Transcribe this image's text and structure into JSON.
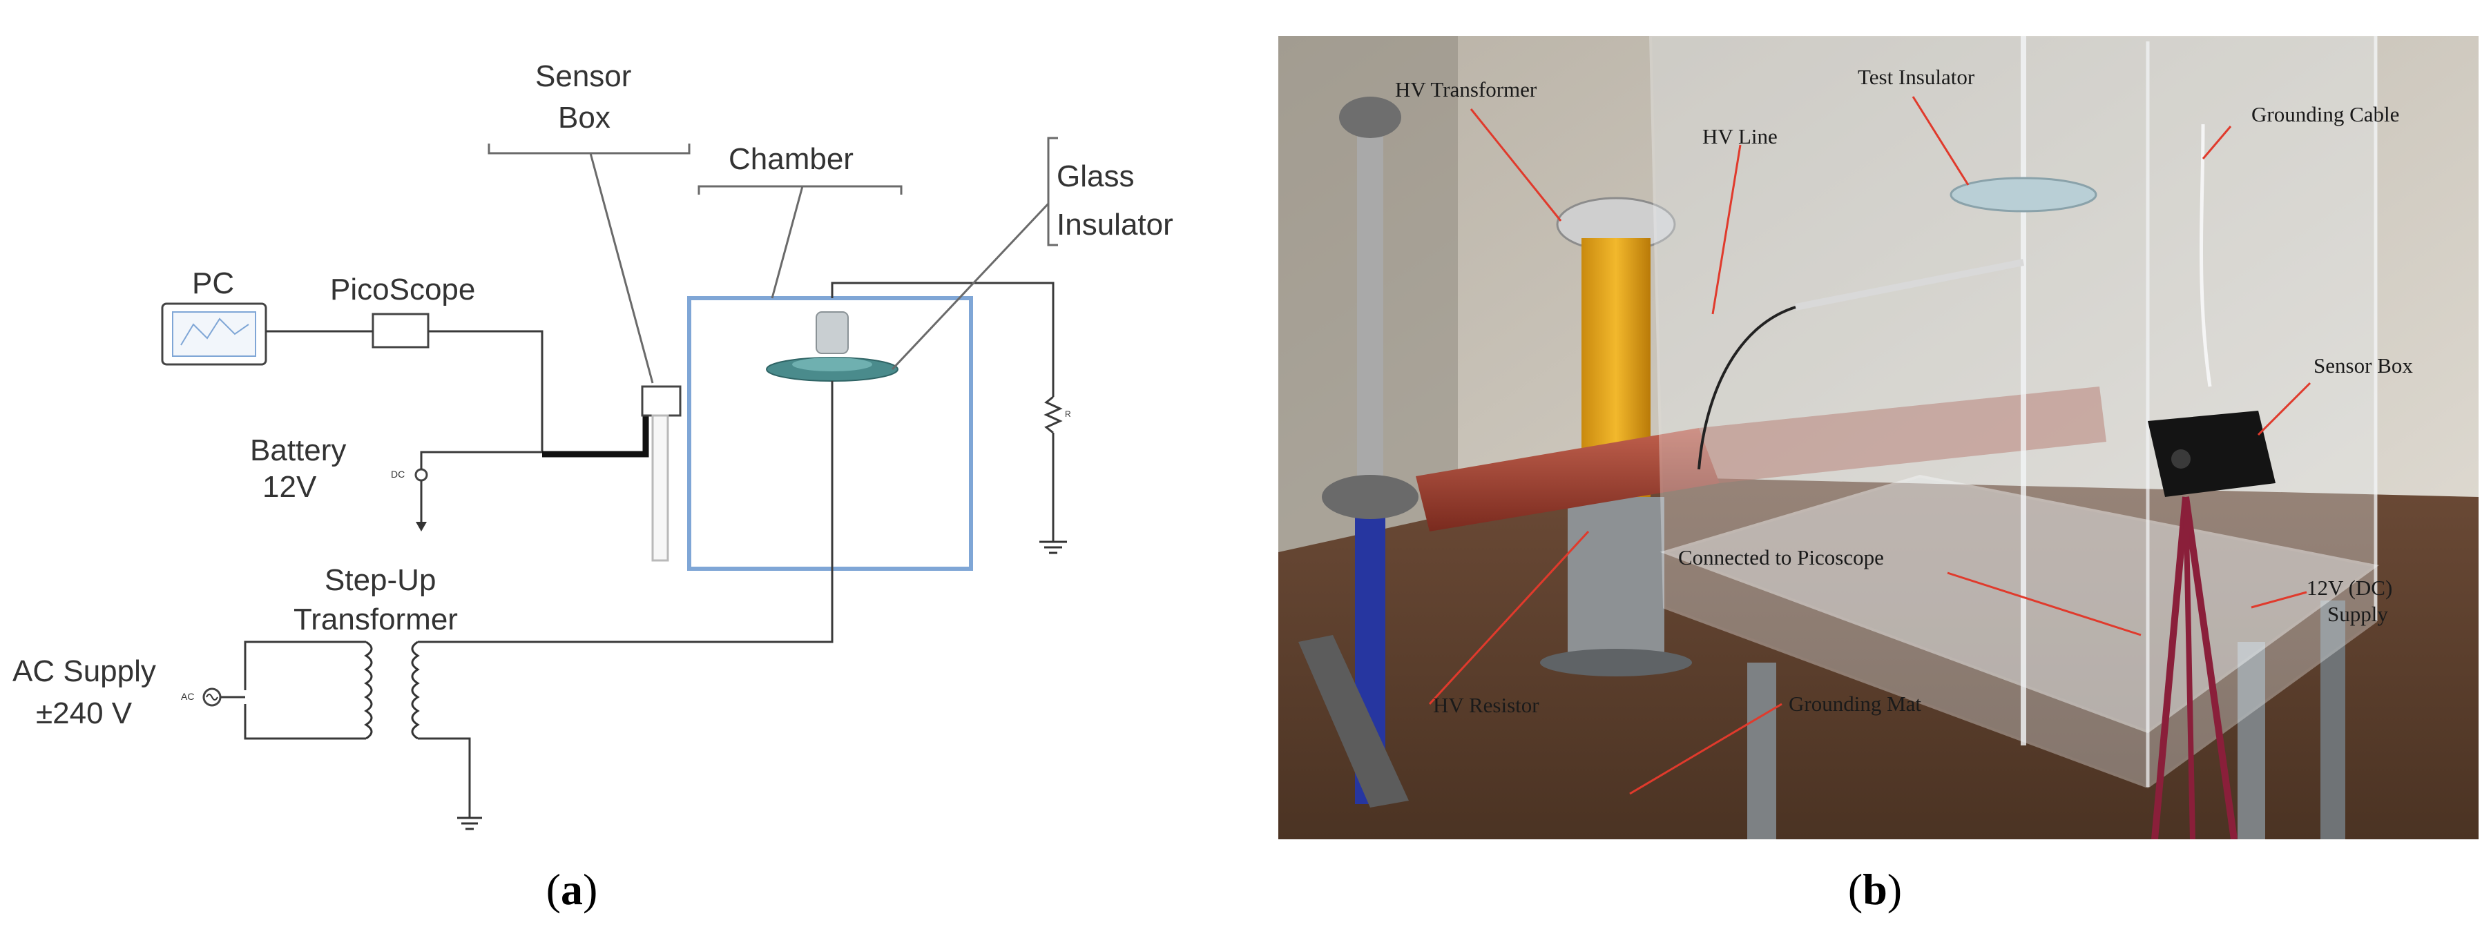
{
  "panel_a": {
    "labels": {
      "sensor_box": [
        "Sensor",
        "Box"
      ],
      "chamber": "Chamber",
      "glass_insulator": [
        "Glass",
        "Insulator"
      ],
      "pc": "PC",
      "picoscope": "PicoScope",
      "battery": [
        "Battery",
        "12V"
      ],
      "step_up": [
        "Step-Up",
        "Transformer"
      ],
      "ac_supply": [
        "AC Supply",
        "±240 V"
      ],
      "dc_tag": "DC",
      "ac_tag": "AC",
      "resistor_tag": "R"
    },
    "caption": "(a)"
  },
  "panel_b": {
    "labels": {
      "hv_transformer": "HV Transformer",
      "hv_line": "HV Line",
      "test_insulator": "Test Insulator",
      "grounding_cable": "Grounding Cable",
      "sensor_box": "Sensor Box",
      "connected_to_picoscope": "Connected to Picoscope",
      "supply_12v": [
        "12V (DC)",
        "Supply"
      ],
      "hv_resistor": "HV Resistor",
      "grounding_mat": "Grounding Mat"
    },
    "caption": "(b)"
  }
}
